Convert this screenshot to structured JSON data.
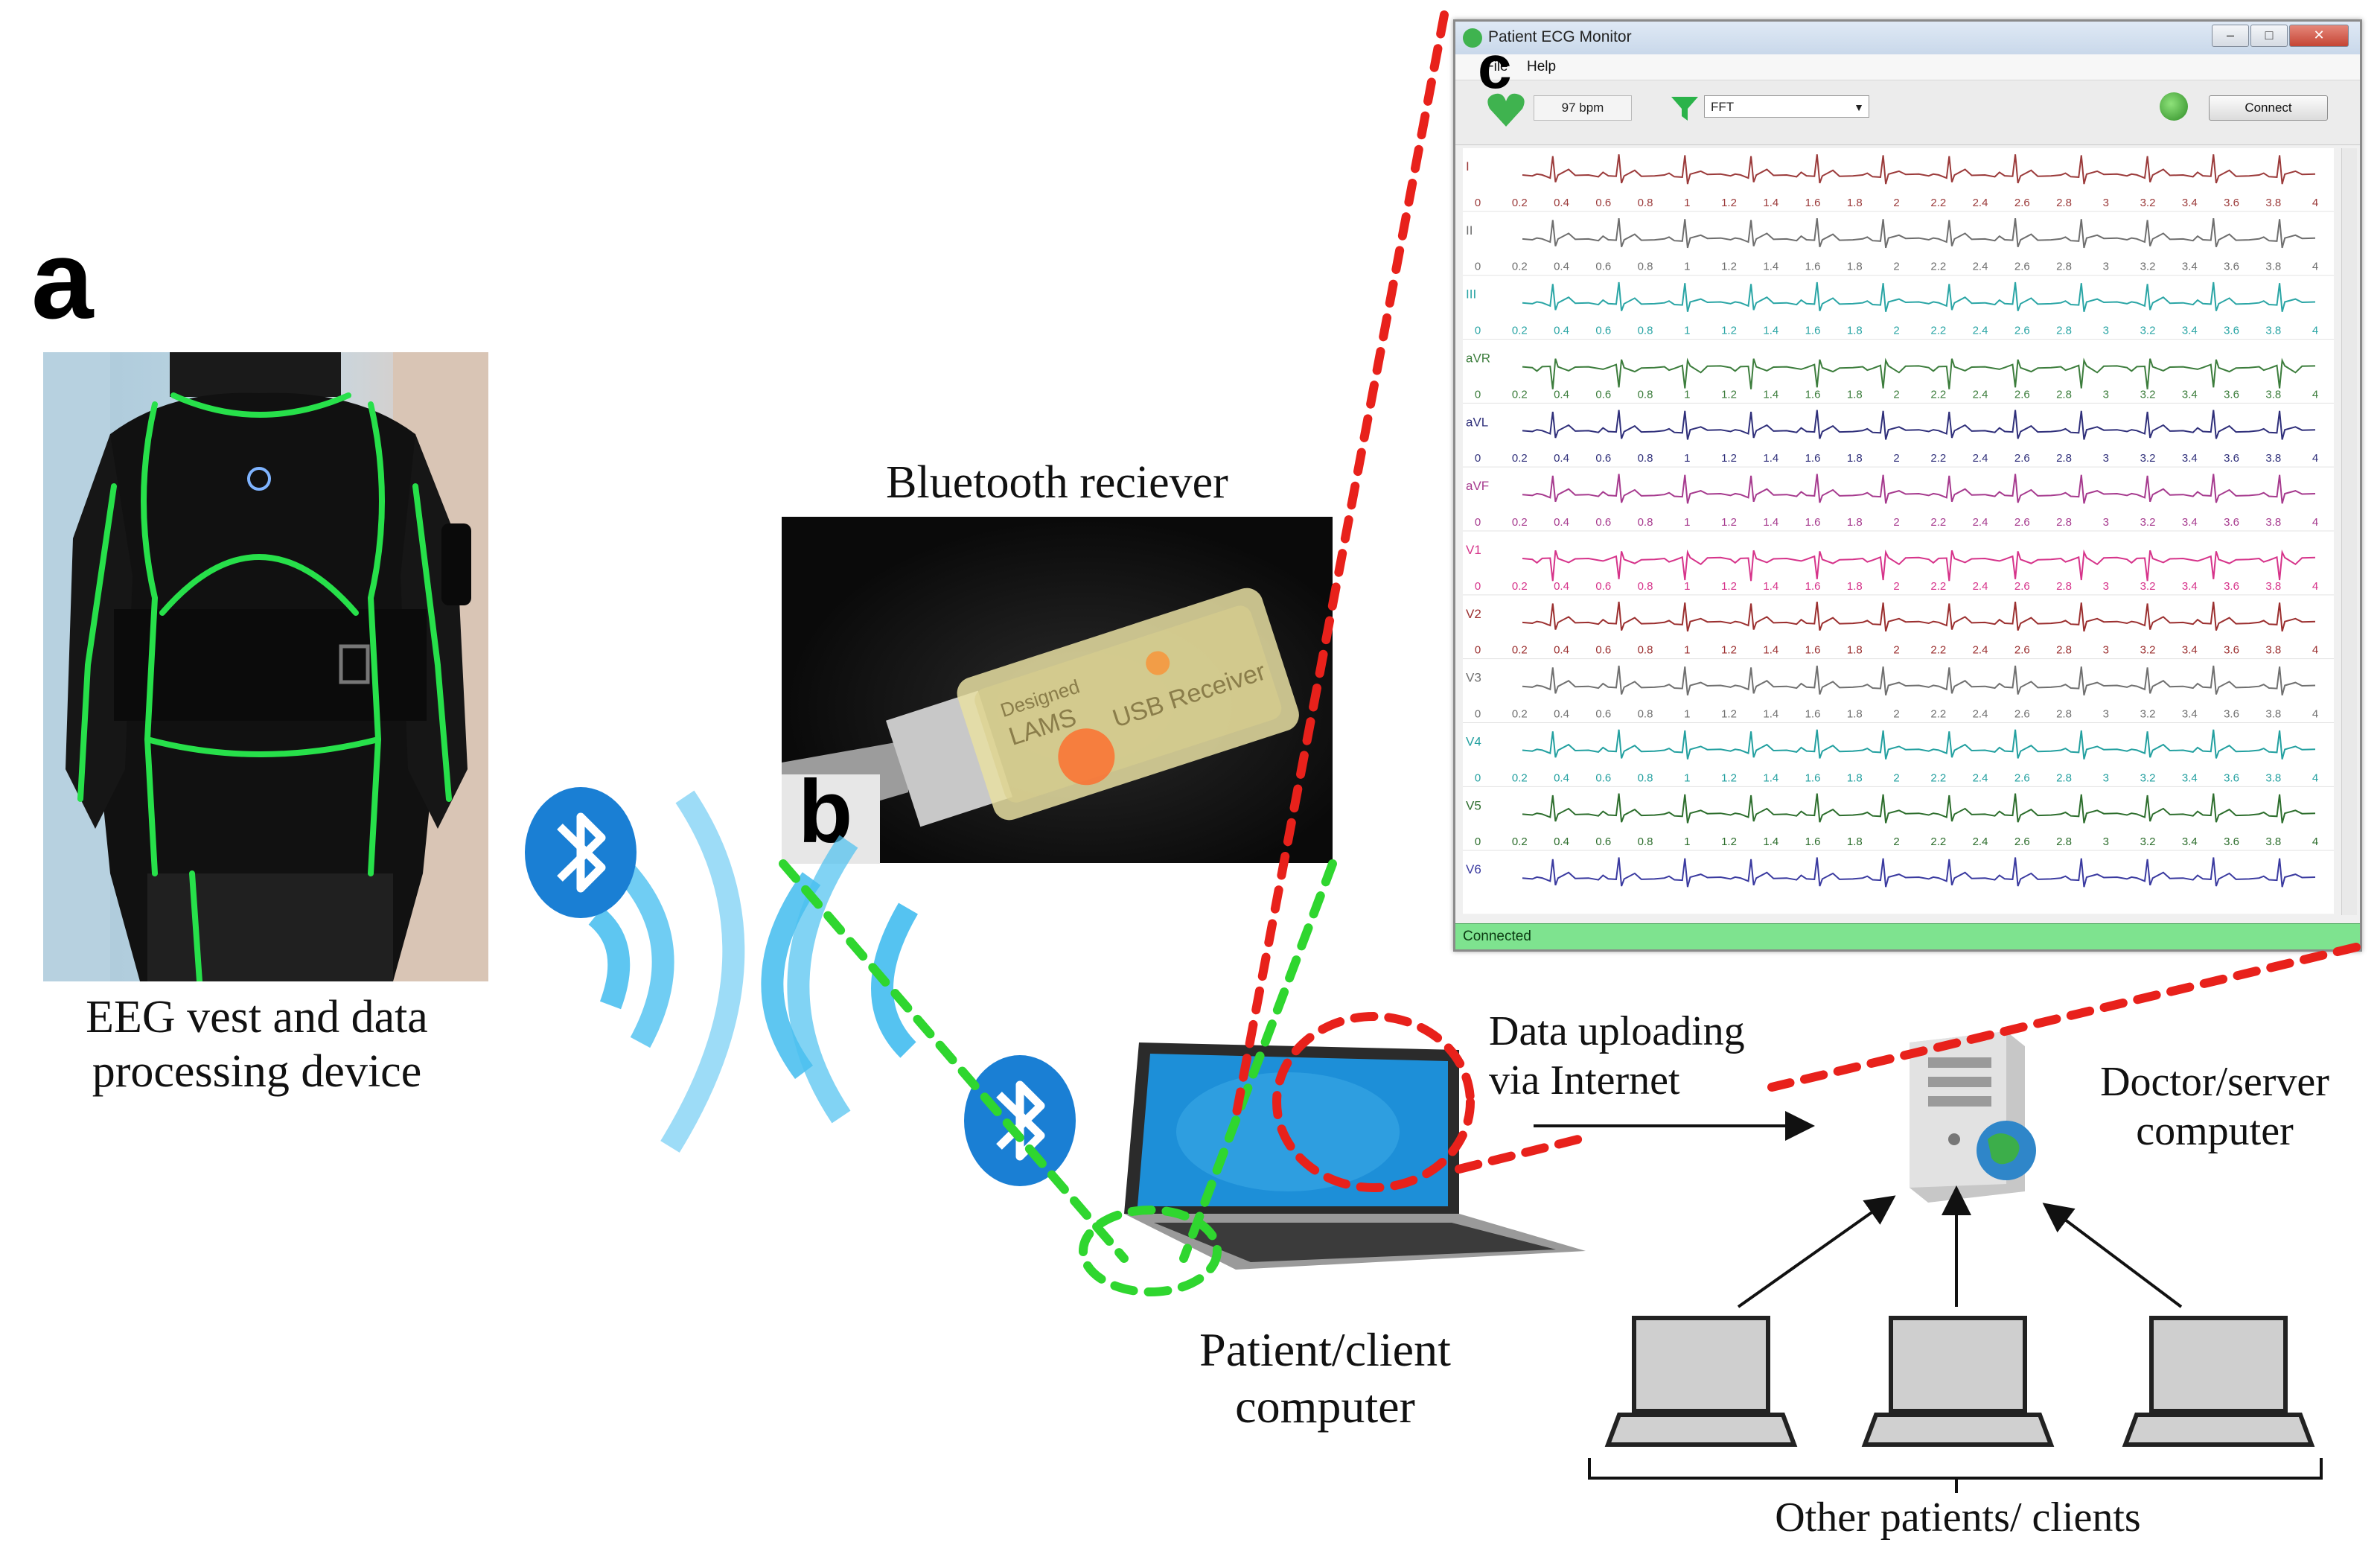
{
  "panels": {
    "a": {
      "letter": "a",
      "caption_line1": "EEG vest and data",
      "caption_line2": "processing device"
    },
    "b": {
      "letter": "b",
      "caption": "Bluetooth reciever",
      "device_text_1": "LAMS",
      "device_text_2": "USB Receiver",
      "device_text_3": "Designed"
    },
    "c": {
      "letter": "c"
    }
  },
  "ecg_window": {
    "title": "Patient ECG Monitor",
    "menu": [
      "File",
      "Help"
    ],
    "heart_rate": "97 bpm",
    "filter_value": "FFT",
    "connect_label": "Connect",
    "status_text": "Connected",
    "leads": [
      {
        "name": "I",
        "color": "#9b3a3a"
      },
      {
        "name": "II",
        "color": "#6e6e6e"
      },
      {
        "name": "III",
        "color": "#2aa5a5"
      },
      {
        "name": "aVR",
        "color": "#3c7d3c"
      },
      {
        "name": "aVL",
        "color": "#2f2f7a"
      },
      {
        "name": "aVF",
        "color": "#a63a8e"
      },
      {
        "name": "V1",
        "color": "#d6338a"
      },
      {
        "name": "V2",
        "color": "#9b2f2f"
      },
      {
        "name": "V3",
        "color": "#707070"
      },
      {
        "name": "V4",
        "color": "#23a0a0"
      },
      {
        "name": "V5",
        "color": "#2d6e2d"
      },
      {
        "name": "V6",
        "color": "#3a3aa0"
      }
    ],
    "time_ticks": [
      "0",
      "0.2",
      "0.4",
      "0.6",
      "0.8",
      "1",
      "1.2",
      "1.4",
      "1.6",
      "1.8",
      "2",
      "2.2",
      "2.4",
      "2.6",
      "2.8",
      "3",
      "3.2",
      "3.4",
      "3.6",
      "3.8",
      "4"
    ],
    "window_buttons": [
      "minimize-icon",
      "maximize-icon",
      "close-icon"
    ]
  },
  "labels": {
    "patient_line1": "Patient/client",
    "patient_line2": "computer",
    "upload_line1": "Data uploading",
    "upload_line2": "via Internet",
    "server_line1": "Doctor/server",
    "server_line2": "computer",
    "others": "Other patients/ clients"
  },
  "colors": {
    "red_dash": "#e8211b",
    "green_dash": "#2fd62f",
    "bluetooth_blue": "#1a7fd4",
    "wave_blue": "#4cc0f0",
    "vest_trim": "#27e04a"
  }
}
